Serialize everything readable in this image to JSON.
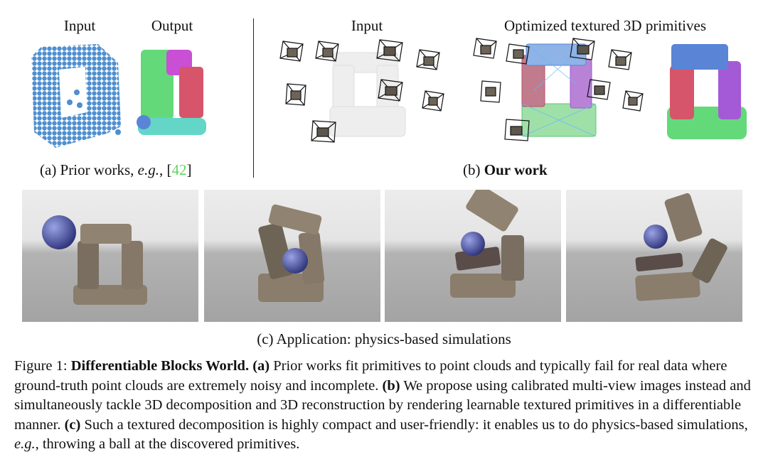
{
  "part_a": {
    "input_label": "Input",
    "output_label": "Output",
    "caption_prefix": "(a) Prior works, ",
    "caption_eg": "e.g.",
    "caption_comma": ", [",
    "caption_cite": "42",
    "caption_close": "]"
  },
  "part_b": {
    "input_label": "Input",
    "output_label": "Optimized textured 3D primitives",
    "caption_prefix": "(b) ",
    "caption_bold": "Our work"
  },
  "part_c": {
    "caption": "(c) Application: physics-based simulations",
    "panel_count": 4
  },
  "figure_caption": {
    "label": "Figure 1: ",
    "title": "Differentiable Blocks World.",
    "a_marker": "(a)",
    "a_text": " Prior works fit primitives to point clouds and typically fail for real data where ground-truth point clouds are extremely noisy and incomplete. ",
    "b_marker": "(b)",
    "b_text": " We propose using calibrated multi-view images instead and simultaneously tackle 3D decomposition and 3D reconstruction by rendering learnable textured primitives in a differentiable manner. ",
    "c_marker": "(c)",
    "c_text_1": " Such a textured decomposition is highly compact and user-friendly: it enables us to do physics-based simulations, ",
    "c_eg": "e.g.",
    "c_text_2": ", throwing a ball at the discovered primitives."
  },
  "colors": {
    "point_cloud": "#4e8fd0",
    "prim_green": "#63d97a",
    "prim_magenta": "#c94fd4",
    "prim_red": "#d6556a",
    "prim_cyan": "#63d6c8",
    "prim_blue": "#5a84d6",
    "prim_purple": "#a45ad6",
    "ball": "#3a3f86",
    "stone": "#8b7d6c",
    "cite_green": "#5fd65f"
  }
}
